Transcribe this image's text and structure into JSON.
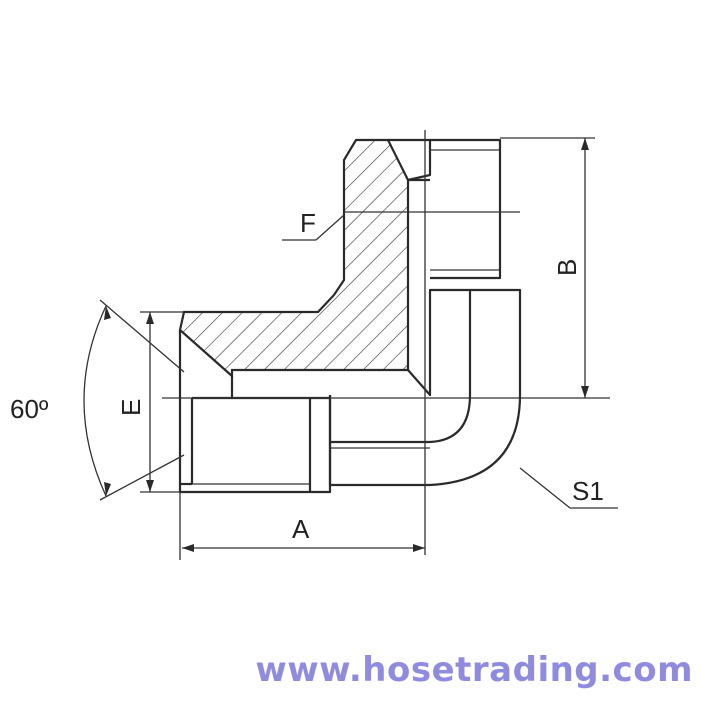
{
  "labels": {
    "angle": "60º",
    "a": "A",
    "b": "B",
    "e": "E",
    "f": "F",
    "s1": "S1"
  },
  "watermark": "www.hosetrading.com",
  "colors": {
    "line": "#2a2a2a",
    "watermark": "#8f8ce0"
  }
}
